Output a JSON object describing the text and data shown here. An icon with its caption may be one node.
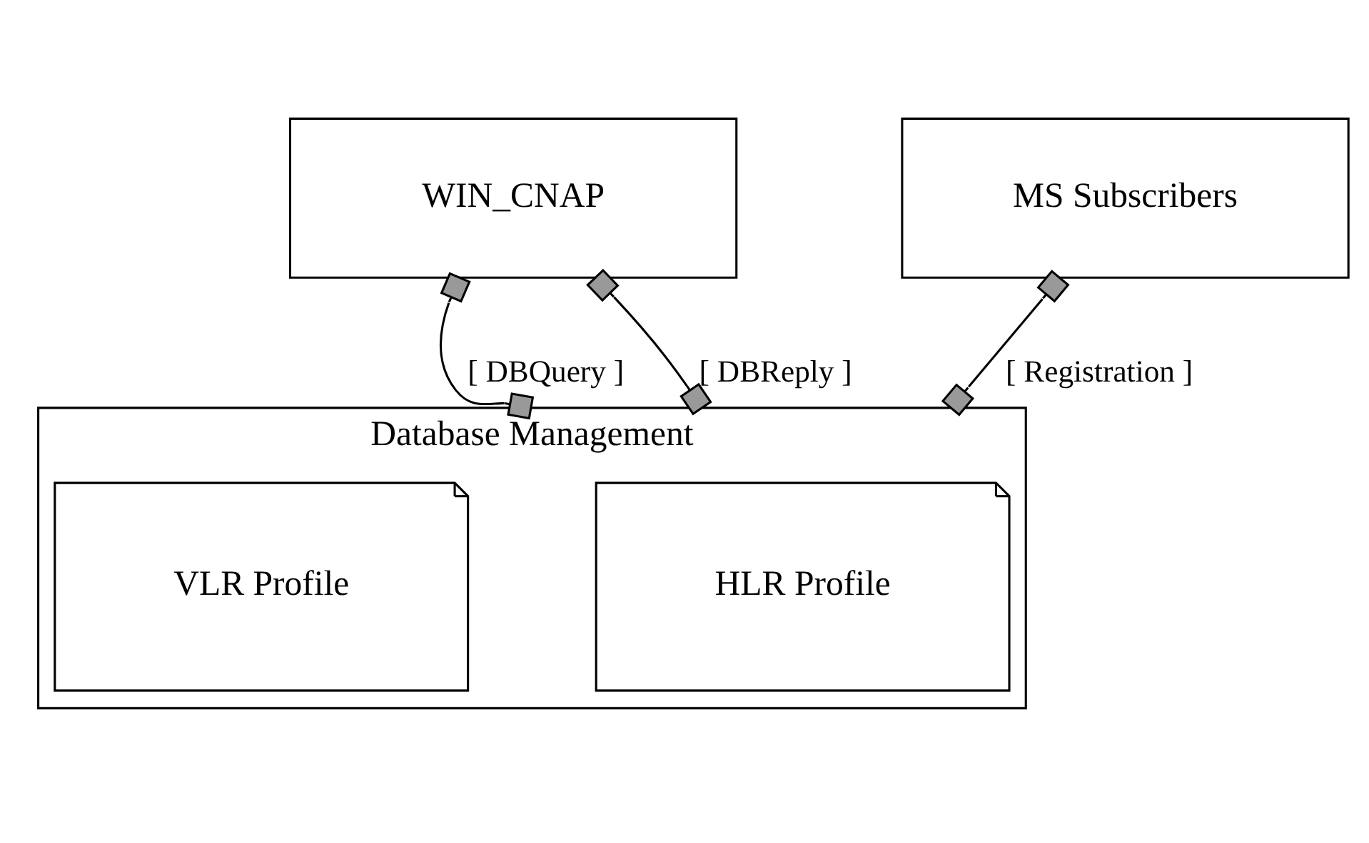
{
  "diagram": {
    "nodes": [
      {
        "text": [
          "WIN_CNAP"
        ]
      },
      {
        "text": [
          "MS Subscribers"
        ]
      },
      {
        "text": [
          "Database Management"
        ]
      },
      {
        "text": [
          "HLR Profile"
        ],
        "in": 2
      },
      {
        "text": [
          "VLR Profile"
        ],
        "in": 2
      }
    ],
    "edges": [
      {
        "from": 0,
        "to": 2,
        "arrow": "other",
        "label": "[ DBQuery ]"
      },
      {
        "from": 0,
        "to": 2,
        "arrow": "other",
        "label": "[ DBReply ]"
      },
      {
        "from": 1,
        "to": 2,
        "arrow": "other",
        "label": "[ Registration ]"
      }
    ]
  }
}
